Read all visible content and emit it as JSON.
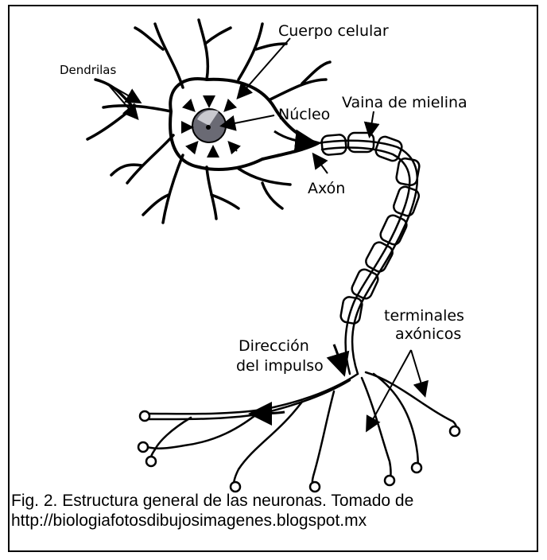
{
  "labels": {
    "cuerpo_celular": "Cuerpo celular",
    "dendritas": "Dendrilas",
    "nucleo": "Núcleo",
    "vaina_mielina": "Vaina de mielina",
    "axon": "Axón",
    "terminales_1": "terminales",
    "terminales_2": "axónicos",
    "direccion_1": "Dirección",
    "direccion_2": "del impulso"
  },
  "caption": {
    "line1": "Fig. 2. Estructura general de las neuronas. Tomado de",
    "line2": "http://biologiafotosdibujosimagenes.blogspot.mx"
  }
}
